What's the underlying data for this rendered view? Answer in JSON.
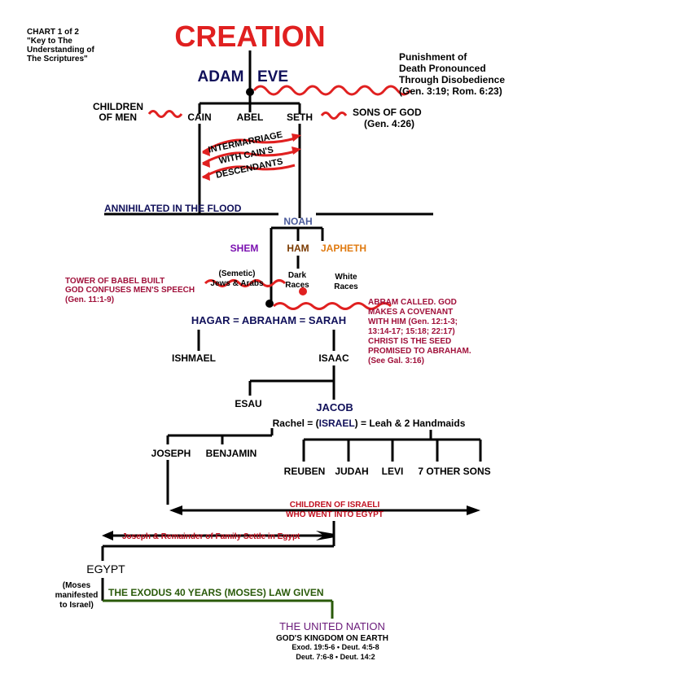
{
  "chart_note": [
    "CHART 1 of 2",
    "\"Key to The",
    "Understanding of",
    "The Scriptures\""
  ],
  "title": "CREATION",
  "adam": "ADAM",
  "eve": "EVE",
  "punishment": [
    "Punishment of",
    "Death Pronounced",
    "Through Disobedience",
    "(Gen. 3:19; Rom. 6:23)"
  ],
  "children_of_men": [
    "CHILDREN",
    "OF MEN"
  ],
  "cain": "CAIN",
  "abel": "ABEL",
  "seth": "SETH",
  "sons_of_god": [
    "SONS OF GOD",
    "(Gen. 4:26)"
  ],
  "intermarriage": [
    "INTERMARRIAGE",
    "WITH CAIN'S",
    "DESCENDANTS"
  ],
  "flood": "ANNIHILATED IN THE FLOOD",
  "noah": "NOAH",
  "shem": "SHEM",
  "ham": "HAM",
  "japheth": "JAPHETH",
  "semetic": [
    "(Semetic)",
    "Jews & Arabs"
  ],
  "dark_races": [
    "Dark",
    "Races"
  ],
  "white_races": [
    "White",
    "Races"
  ],
  "babel": [
    "TOWER OF BABEL BUILT",
    "GOD CONFUSES MEN'S SPEECH",
    "(Gen. 11:1-9)"
  ],
  "abram": [
    "ABRAM CALLED. GOD",
    "MAKES A COVENANT",
    "WITH HIM (Gen. 12:1-3;",
    "13:14-17; 15:18; 22:17)",
    "CHRIST IS THE SEED",
    "PROMISED TO ABRAHAM.",
    "(See Gal. 3:16)"
  ],
  "abraham_line": "HAGAR = ABRAHAM = SARAH",
  "ishmael": "ISHMAEL",
  "isaac": "ISAAC",
  "esau": "ESAU",
  "jacob": "JACOB",
  "israel_line": {
    "left": "Rachel = (",
    "mid": "ISRAEL",
    "right": ") = Leah & 2 Handmaids"
  },
  "joseph": "JOSEPH",
  "benjamin": "BENJAMIN",
  "sons": [
    "REUBEN",
    "JUDAH",
    "LEVI",
    "7 OTHER SONS"
  ],
  "children_of_israel": [
    "CHILDREN OF ISRAELI",
    "WHO WENT INTO EGYPT"
  ],
  "joseph_settle": "Joseph & Remainder of Family Settle in Egypt",
  "egypt": "EGYPT",
  "moses_note": [
    "(Moses",
    "manifested",
    "to Israel)"
  ],
  "exodus": "THE EXODUS 40 YEARS (MOSES) LAW GIVEN",
  "united_nation": "THE UNITED NATION",
  "kingdom": "GOD'S KINGDOM ON EARTH",
  "refs": [
    "Exod. 19:5-6 • Deut. 4:5-8",
    "Deut. 7:6-8 • Deut. 14:2"
  ],
  "colors": {
    "title": "#e02020",
    "navy": "#10105a",
    "maroon": "#a0103a",
    "red_line": "#e02020",
    "purple": "#7a10b0",
    "brown": "#7a3a00",
    "orange": "#e07a10",
    "olive": "#2a5a0a",
    "united": "#6a1a7a"
  }
}
